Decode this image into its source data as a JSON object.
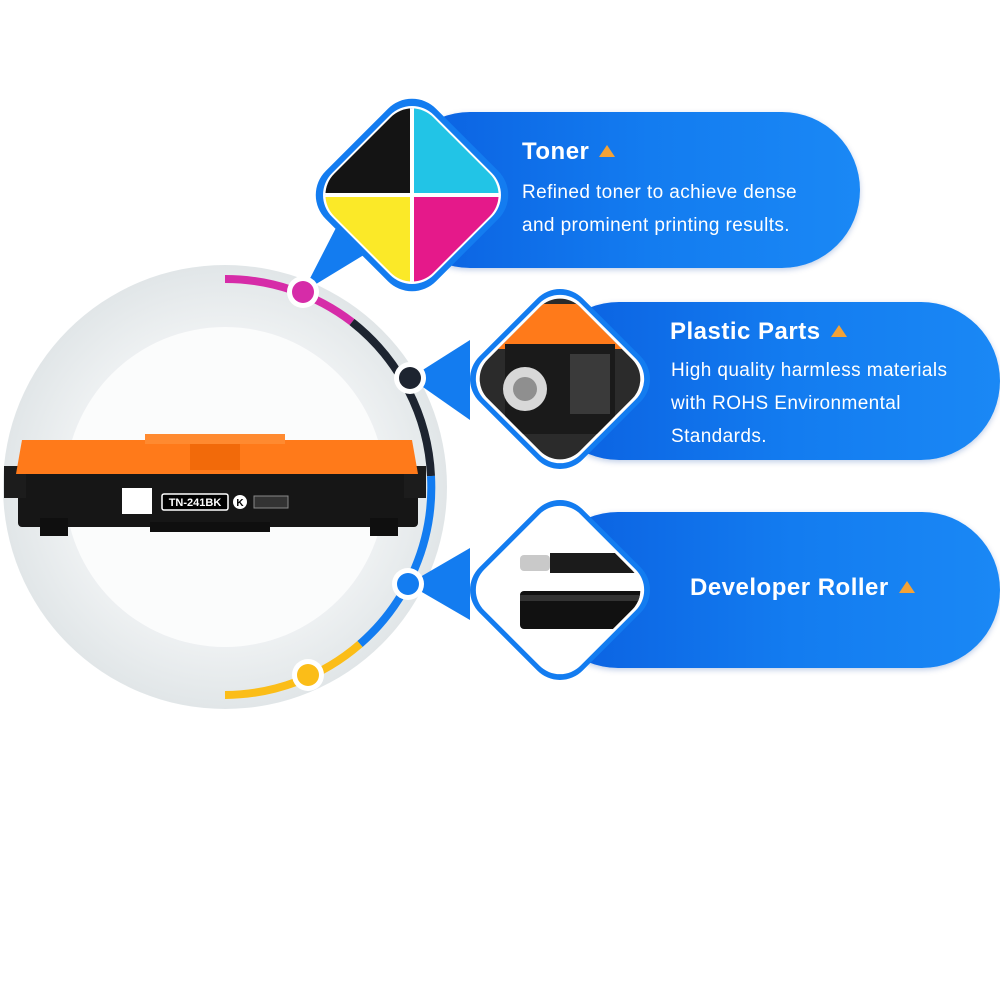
{
  "features": [
    {
      "title": "Toner",
      "lines": [
        "Refined toner to achieve dense",
        "and prominent printing results."
      ],
      "image": "cmyk-toner-quadrants"
    },
    {
      "title": "Plastic Parts",
      "lines": [
        "High quality harmless materials",
        "with ROHS Environmental",
        "Standards."
      ],
      "image": "orange-plastic-part"
    },
    {
      "title": "Developer Roller",
      "lines": [],
      "image": "developer-roller"
    }
  ],
  "product": {
    "label": "TN-241BK",
    "color_code": "K"
  },
  "colors": {
    "accent_blue": "#137cf0",
    "marker_triangle": "#f4a236",
    "magenta": "#d62ca8",
    "yellow": "#fbbd18",
    "cartridge_orange": "#ff7a1a"
  }
}
